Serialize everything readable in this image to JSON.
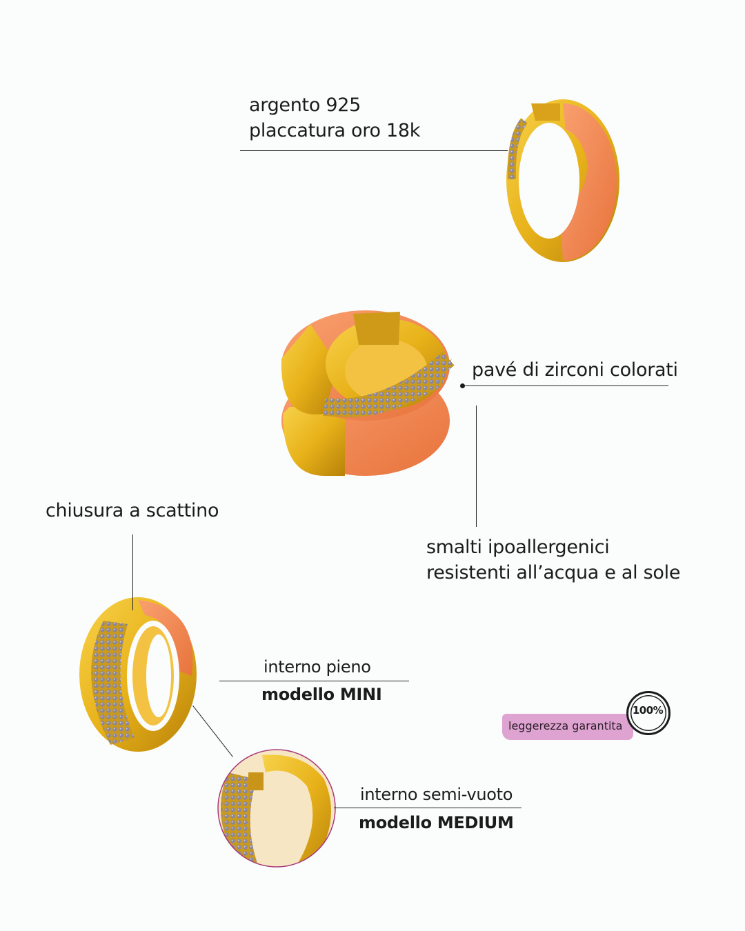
{
  "labels": {
    "material_line1": "argento 925",
    "material_line2": "placcatura oro 18k",
    "pave": "pavé di zirconi colorati",
    "enamel_line1": "smalti ipoallergenici",
    "enamel_line2": "resistenti all’acqua e al sole",
    "clasp": "chiusura a scattino",
    "mini_inner": "interno pieno",
    "mini_model": "modello MINI",
    "medium_inner": "interno semi-vuoto",
    "medium_model": "modello MEDIUM"
  },
  "badge": {
    "text": "leggerezza garantita",
    "stamp": "100%"
  },
  "colors": {
    "gold": "#e8b21a",
    "gold_dark": "#b8820a",
    "enamel": "#f2874e",
    "zircon": "#8a86a0",
    "badge_pink": "#dea3d1",
    "circle_outline": "#a83a7a"
  },
  "icons": {
    "stamp": "percent-stamp-icon"
  }
}
